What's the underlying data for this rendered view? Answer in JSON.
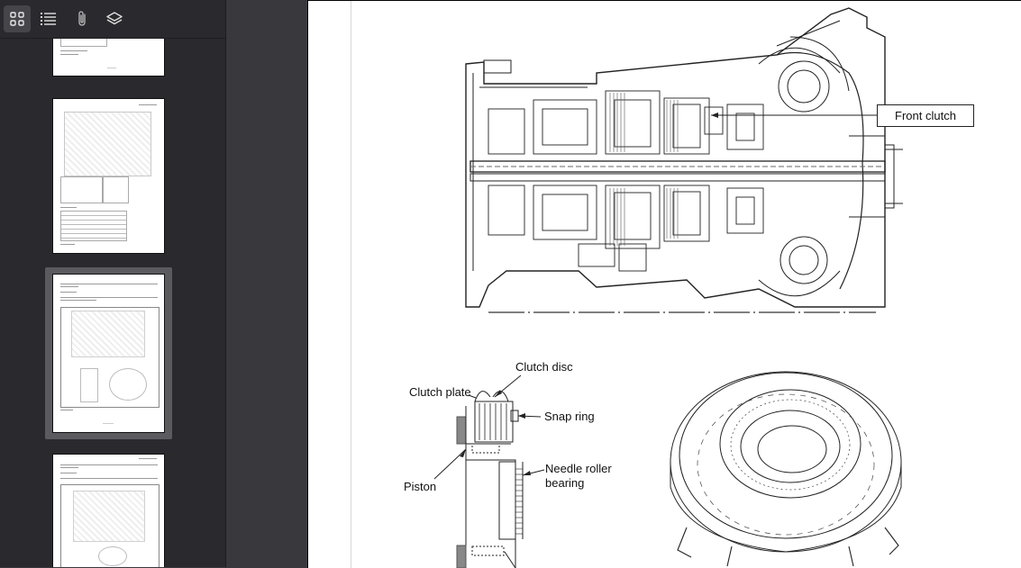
{
  "sidebar": {
    "tools": [
      {
        "name": "thumbnails-view",
        "active": true
      },
      {
        "name": "outline-view",
        "active": false
      },
      {
        "name": "attachments-view",
        "active": false
      },
      {
        "name": "layers-view",
        "active": false
      }
    ],
    "selected_thumbnail": 3
  },
  "page": {
    "callout_front_clutch": "Front clutch",
    "label_clutch_disc": "Clutch disc",
    "label_clutch_plate": "Clutch plate",
    "label_snap_ring": "Snap ring",
    "label_needle_roller_line1": "Needle roller",
    "label_needle_roller_line2": "bearing",
    "label_piston": "Piston"
  },
  "colors": {
    "sidebar_bg": "#2a2a2e",
    "viewer_bg": "#38383d",
    "selection": "#5a5a5f",
    "page_bg": "#ffffff"
  }
}
